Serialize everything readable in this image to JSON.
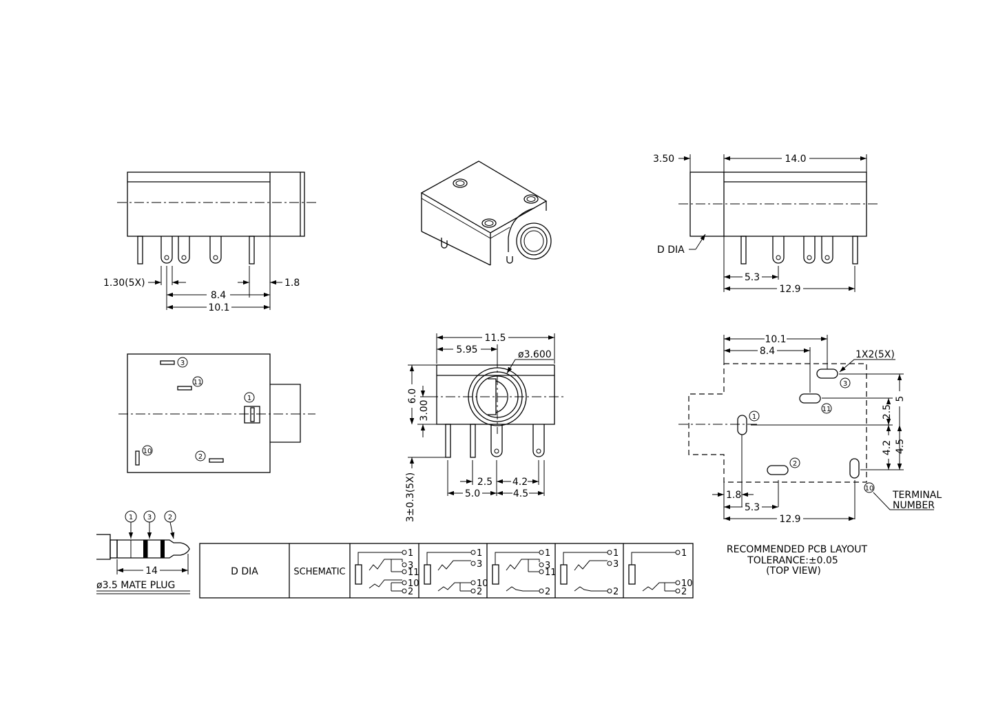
{
  "views": {
    "front_left": {
      "pin_width": "1.30(5X)",
      "dim_8_4": "8.4",
      "dim_1_8": "1.8",
      "dim_10_1": "10.1"
    },
    "side_right": {
      "dim_3_50": "3.50",
      "dim_14_0": "14.0",
      "d_dia": "D DIA",
      "dim_5_3": "5.3",
      "dim_12_9": "12.9"
    },
    "bottom_left": {
      "pins": [
        "3",
        "11",
        "1",
        "10",
        "2"
      ]
    },
    "front_center": {
      "dim_11_5": "11.5",
      "dim_5_95": "5.95",
      "diameter": "ø3.600",
      "dim_6_0": "6.0",
      "dim_3_00": "3.00",
      "pin_len": "3±0.3(5X)",
      "dim_2_5": "2.5",
      "dim_4_2": "4.2",
      "dim_5_0": "5.0",
      "dim_4_5": "4.5"
    },
    "pcb": {
      "dim_10_1": "10.1",
      "dim_8_4": "8.4",
      "slot_size": "1X2(5X)",
      "dim_5": "5",
      "dim_2_5": "2.5",
      "dim_4_2": "4.2",
      "dim_4_5": "4.5",
      "dim_1_8": "1.8",
      "dim_5_3": "5.3",
      "dim_12_9": "12.9",
      "terminal_label_1": "TERMINAL",
      "terminal_label_2": "NUMBER",
      "terminal_example": "10",
      "pins": [
        "3",
        "11",
        "1",
        "2"
      ],
      "caption_1": "RECOMMENDED PCB LAYOUT",
      "caption_2": "TOLERANCE:±0.05",
      "caption_3": "(TOP VIEW)"
    },
    "plug": {
      "labels": [
        "1",
        "3",
        "2"
      ],
      "length": "14",
      "caption": "ø3.5 MATE PLUG"
    }
  },
  "table": {
    "col1": "D DIA",
    "col2": "SCHEMATIC",
    "schematics": [
      {
        "a": "1",
        "b": "3",
        "c": "11",
        "d": "10",
        "e": "2"
      },
      {
        "a": "1",
        "b": "3",
        "c": "",
        "d": "10",
        "e": "2"
      },
      {
        "a": "1",
        "b": "3",
        "c": "11",
        "d": "",
        "e": "2"
      },
      {
        "a": "1",
        "b": "3",
        "c": "",
        "d": "",
        "e": "2"
      },
      {
        "a": "1",
        "b": "",
        "c": "",
        "d": "10",
        "e": "2"
      }
    ]
  }
}
